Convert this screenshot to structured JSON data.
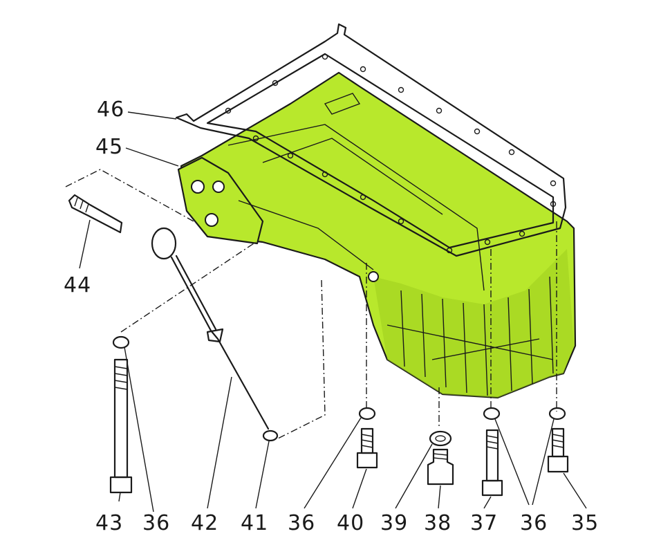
{
  "colors": {
    "highlight": "#b8e82c",
    "highlight_shade": "#9ccc1c",
    "ink": "#1a1a1a",
    "background": "#ffffff"
  },
  "callouts": {
    "c46": "46",
    "c45": "45",
    "c44": "44",
    "c43": "43",
    "c36a": "36",
    "c42": "42",
    "c41": "41",
    "c36b": "36",
    "c40": "40",
    "c39": "39",
    "c38": "38",
    "c37": "37",
    "c36c": "36",
    "c35": "35"
  }
}
